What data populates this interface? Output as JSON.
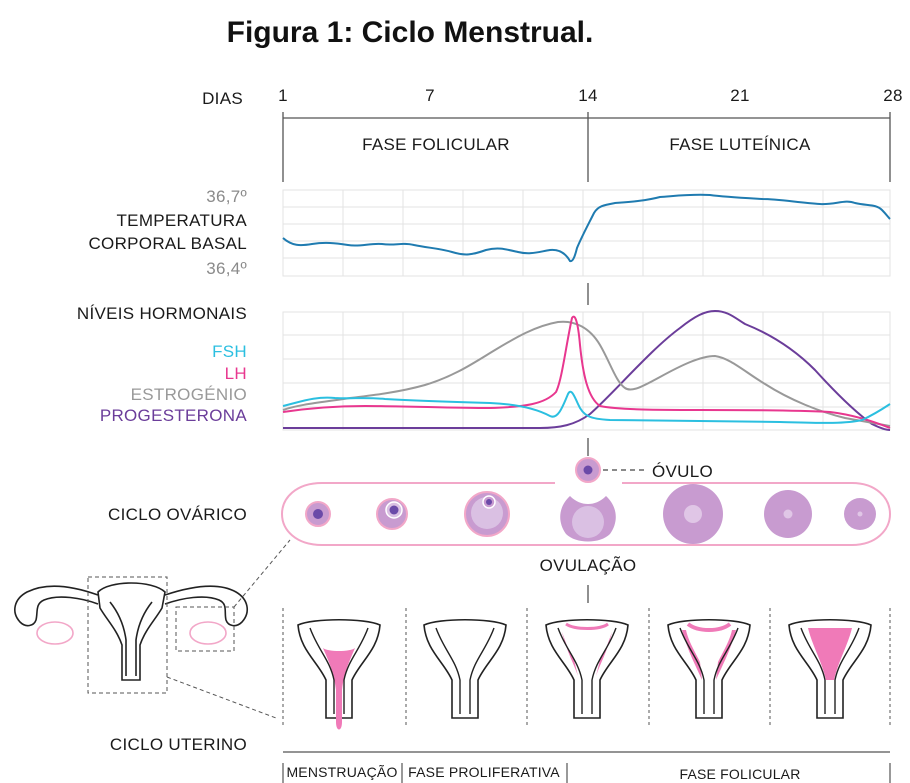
{
  "title": "Figura 1: Ciclo Menstrual.",
  "days": {
    "label": "DIAS",
    "ticks": [
      "1",
      "7",
      "14",
      "21",
      "28"
    ]
  },
  "phases": {
    "follicular": "FASE FOLICULAR",
    "luteal": "FASE LUTEÍNICA"
  },
  "temperature": {
    "max_label": "36,7º",
    "label_line1": "TEMPERATURA",
    "label_line2": "CORPORAL BASAL",
    "min_label": "36,4º",
    "color": "#1f7bb0"
  },
  "hormones": {
    "heading": "NÍVEIS HORMONAIS",
    "items": [
      {
        "name": "FSH",
        "color": "#2bbfe0"
      },
      {
        "name": "LH",
        "color": "#e8378f"
      },
      {
        "name": "ESTROGÉNIO",
        "color": "#999999"
      },
      {
        "name": "PROGESTERONA",
        "color": "#6b3d9a"
      }
    ]
  },
  "ovarian": {
    "label": "CICLO OVÁRICO",
    "ovum_label": "ÓVULO",
    "ovulation_label": "OVULAÇÃO",
    "outline_color": "#f2a7c8",
    "follicle_color": "#c89bd0",
    "core_color": "#6b4aa8"
  },
  "uterine": {
    "label": "CICLO UTERINO",
    "stages": [
      "MENSTRUAÇÃO",
      "FASE PROLIFERATIVA",
      "FASE FOLICULAR"
    ],
    "lining_color": "#f07ab8"
  }
}
